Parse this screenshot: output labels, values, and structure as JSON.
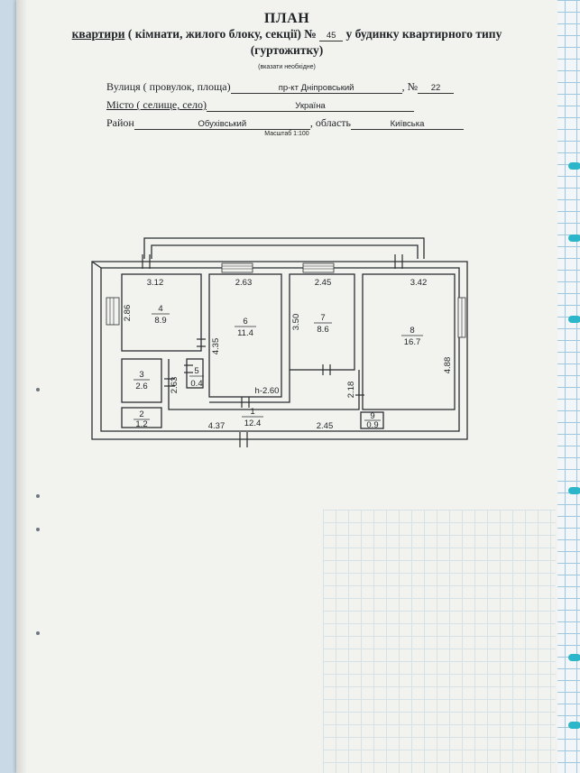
{
  "header": {
    "title": "ПЛАН",
    "subtitle_prefix": "квартири",
    "subtitle_mid": " ( кімнати, жилого блоку, секції) № ",
    "apartment_no": "45",
    "subtitle_suffix": " у будинку квартирного типу",
    "subtitle_line2": "(гуртожитку)",
    "note": "(вказати необхідне)"
  },
  "address": {
    "street_label": "Вулиця ( провулок, площа)",
    "street_value": "пр-кт  Дніпровський",
    "number_label": "№",
    "number_value": "22",
    "city_label": "Місто ( селище, село)",
    "city_value": "Україна",
    "district_label": "Район",
    "district_value": "Обухівський",
    "region_label": "область",
    "region_value": "Київська"
  },
  "scale": "Масштаб 1:100",
  "rooms": [
    {
      "id": "1",
      "area": "12.4"
    },
    {
      "id": "2",
      "area": "1.2"
    },
    {
      "id": "3",
      "area": "2.6"
    },
    {
      "id": "4",
      "area": "8.9"
    },
    {
      "id": "5",
      "area": "0.4"
    },
    {
      "id": "6",
      "area": "11.4"
    },
    {
      "id": "7",
      "area": "8.6"
    },
    {
      "id": "8",
      "area": "16.7"
    },
    {
      "id": "9",
      "area": "0.9"
    }
  ],
  "dimensions": {
    "room4_width": "3.12",
    "room4_height": "2.86",
    "room6_width": "2.63",
    "room6_height": "4.35",
    "room7_width": "2.45",
    "room7_height": "3.50",
    "room8_width": "3.42",
    "room8_height": "4.88",
    "corridor_left": "2.63",
    "corridor_right": "2.18",
    "bottom_left": "4.37",
    "bottom_right": "2.45",
    "ceiling_height": "h-2.60"
  },
  "colors": {
    "background": "#c9d9e6",
    "paper": "#f2f2ef",
    "ink": "#1f2326",
    "notebook_grid": "#9fc7dd",
    "ring": "#2bb7c9"
  }
}
